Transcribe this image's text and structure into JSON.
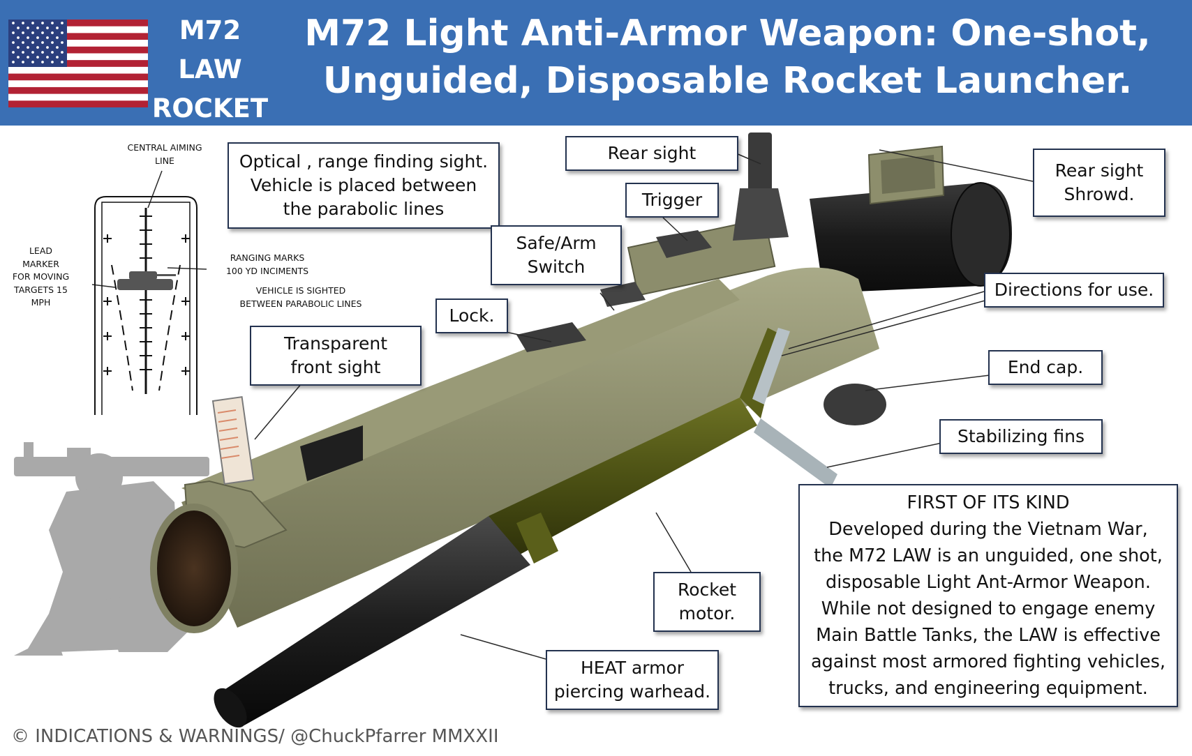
{
  "header": {
    "badge_lines": [
      "M72",
      "LAW",
      "ROCKET"
    ],
    "title_lines": [
      "M72 Light Anti-Armor Weapon: One-shot,",
      "Unguided, Disposable Rocket Launcher."
    ],
    "flag_icon": "us-flag-icon",
    "background_color": "#3a6fb4"
  },
  "sight_diagram": {
    "central_aiming_lines": [
      "CENTRAL AIMING",
      "LINE"
    ],
    "lead_marker_lines": [
      "LEAD",
      "MARKER",
      "FOR MOVING",
      "TARGETS 15",
      "MPH"
    ],
    "ranging_marks_lines": [
      "RANGING MARKS",
      "100 YD INCIMENTS"
    ],
    "vehicle_sighted_lines": [
      "VEHICLE IS SIGHTED",
      "BETWEEN PARABOLIC LINES"
    ]
  },
  "callouts": {
    "optical_sight": [
      "Optical , range finding sight.",
      "Vehicle is placed between",
      "the parabolic lines"
    ],
    "rear_sight": [
      "Rear sight"
    ],
    "trigger": [
      "Trigger"
    ],
    "rear_sight_shroud": [
      "Rear sight",
      "Shrowd."
    ],
    "safe_arm": [
      "Safe/Arm",
      "Switch"
    ],
    "lock": [
      "Lock."
    ],
    "directions": [
      "Directions for use."
    ],
    "transparent_front_sight": [
      "Transparent",
      "front sight"
    ],
    "end_cap": [
      "End cap."
    ],
    "stabilizing_fins": [
      "Stabilizing fins"
    ],
    "rocket_motor": [
      "Rocket",
      "motor."
    ],
    "heat_warhead": [
      "HEAT armor",
      "piercing warhead."
    ]
  },
  "description": {
    "lines": [
      "FIRST OF ITS KIND",
      "Developed during the Vietnam War,",
      "the M72 LAW is an unguided, one shot,",
      "disposable Light Ant-Armor Weapon.",
      "While not designed to engage enemy",
      "Main Battle Tanks, the LAW is effective",
      "against most armored fighting vehicles,",
      "trucks, and engineering equipment."
    ]
  },
  "footer": {
    "credit": "© INDICATIONS & WARNINGS/ @ChuckPfarrer  MMXXII"
  },
  "colors": {
    "tube_olive": "#8b8c6a",
    "rocket_olive": "#4f5416",
    "warhead_black": "#1c1c1c",
    "silhouette_gray": "#a9a9a9"
  }
}
